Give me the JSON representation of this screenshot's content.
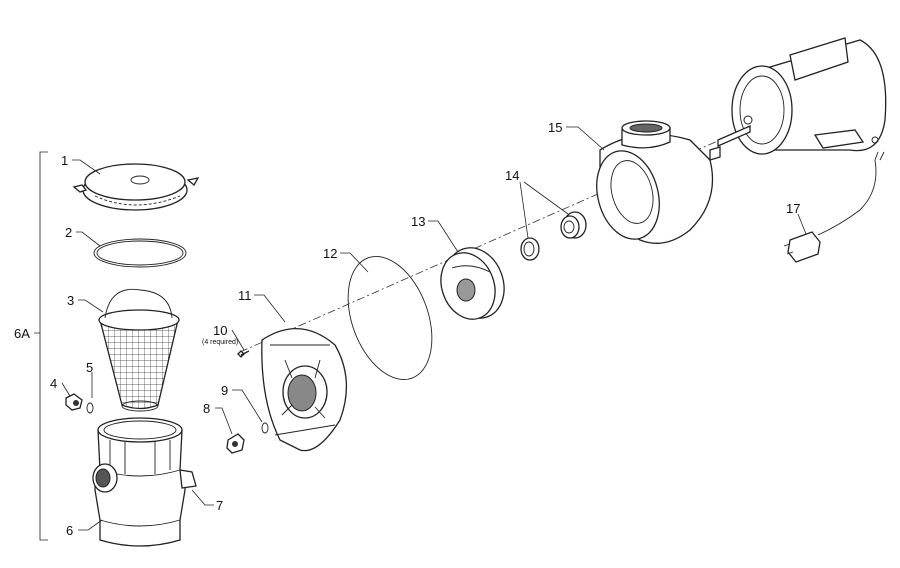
{
  "callouts": {
    "p1": "1",
    "p2": "2",
    "p3": "3",
    "p4": "4",
    "p5": "5",
    "p6": "6",
    "p6a": "6A",
    "p7": "7",
    "p8": "8",
    "p9": "9",
    "p10": "10",
    "p10_note": "(4 required)",
    "p11": "11",
    "p12": "12",
    "p13": "13",
    "p14": "14",
    "p15": "15",
    "p17": "17"
  }
}
